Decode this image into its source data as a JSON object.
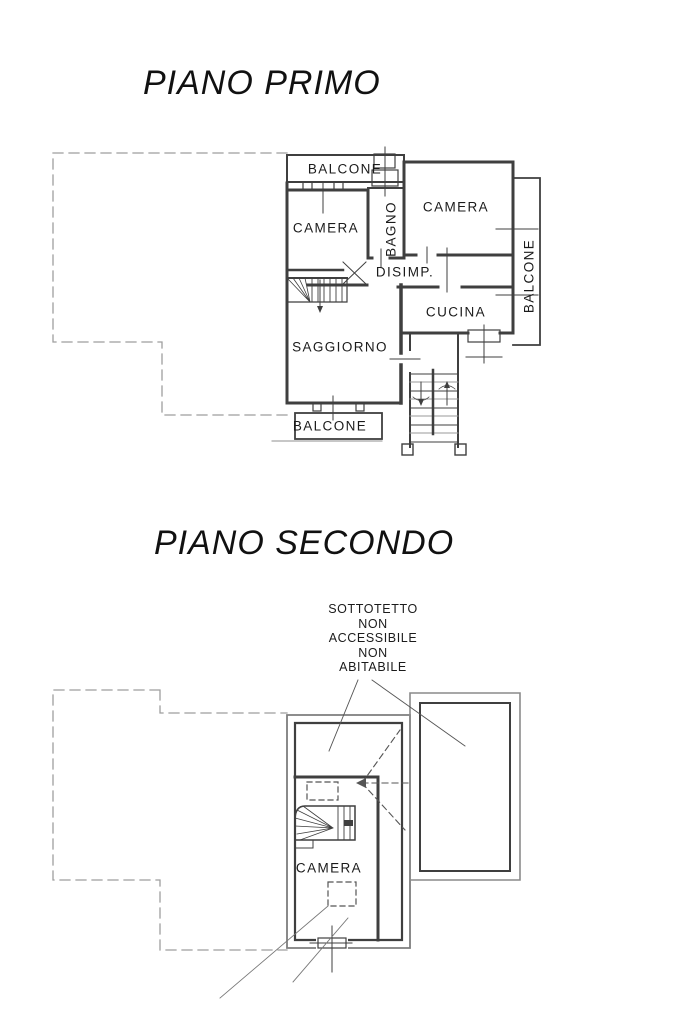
{
  "document": {
    "type": "architectural floor plan drawing"
  },
  "colors": {
    "background": "#ffffff",
    "wall_dark": "#3f3f3f",
    "wall_gray": "#8a8a8a",
    "dashed_gray": "#9e9e9e",
    "label_text": "#1b1b1b"
  },
  "floor1": {
    "title": "PIANO PRIMO",
    "labels": {
      "balcone_top": "BALCONE",
      "camera_left": "CAMERA",
      "bagno": "BAGNO",
      "camera_right": "CAMERA",
      "balcone_right": "BALCONE",
      "disimpegno": "DISIMP.",
      "cucina": "CUCINA",
      "saggiorno": "SAGGIORNO",
      "balcone_bottom": "BALCONE"
    }
  },
  "floor2": {
    "title": "PIANO SECONDO",
    "annotation": {
      "lines": [
        "SOTTOTETTO",
        "NON",
        "ACCESSIBILE",
        "NON",
        "ABITABILE"
      ]
    },
    "labels": {
      "camera": "CAMERA"
    }
  }
}
